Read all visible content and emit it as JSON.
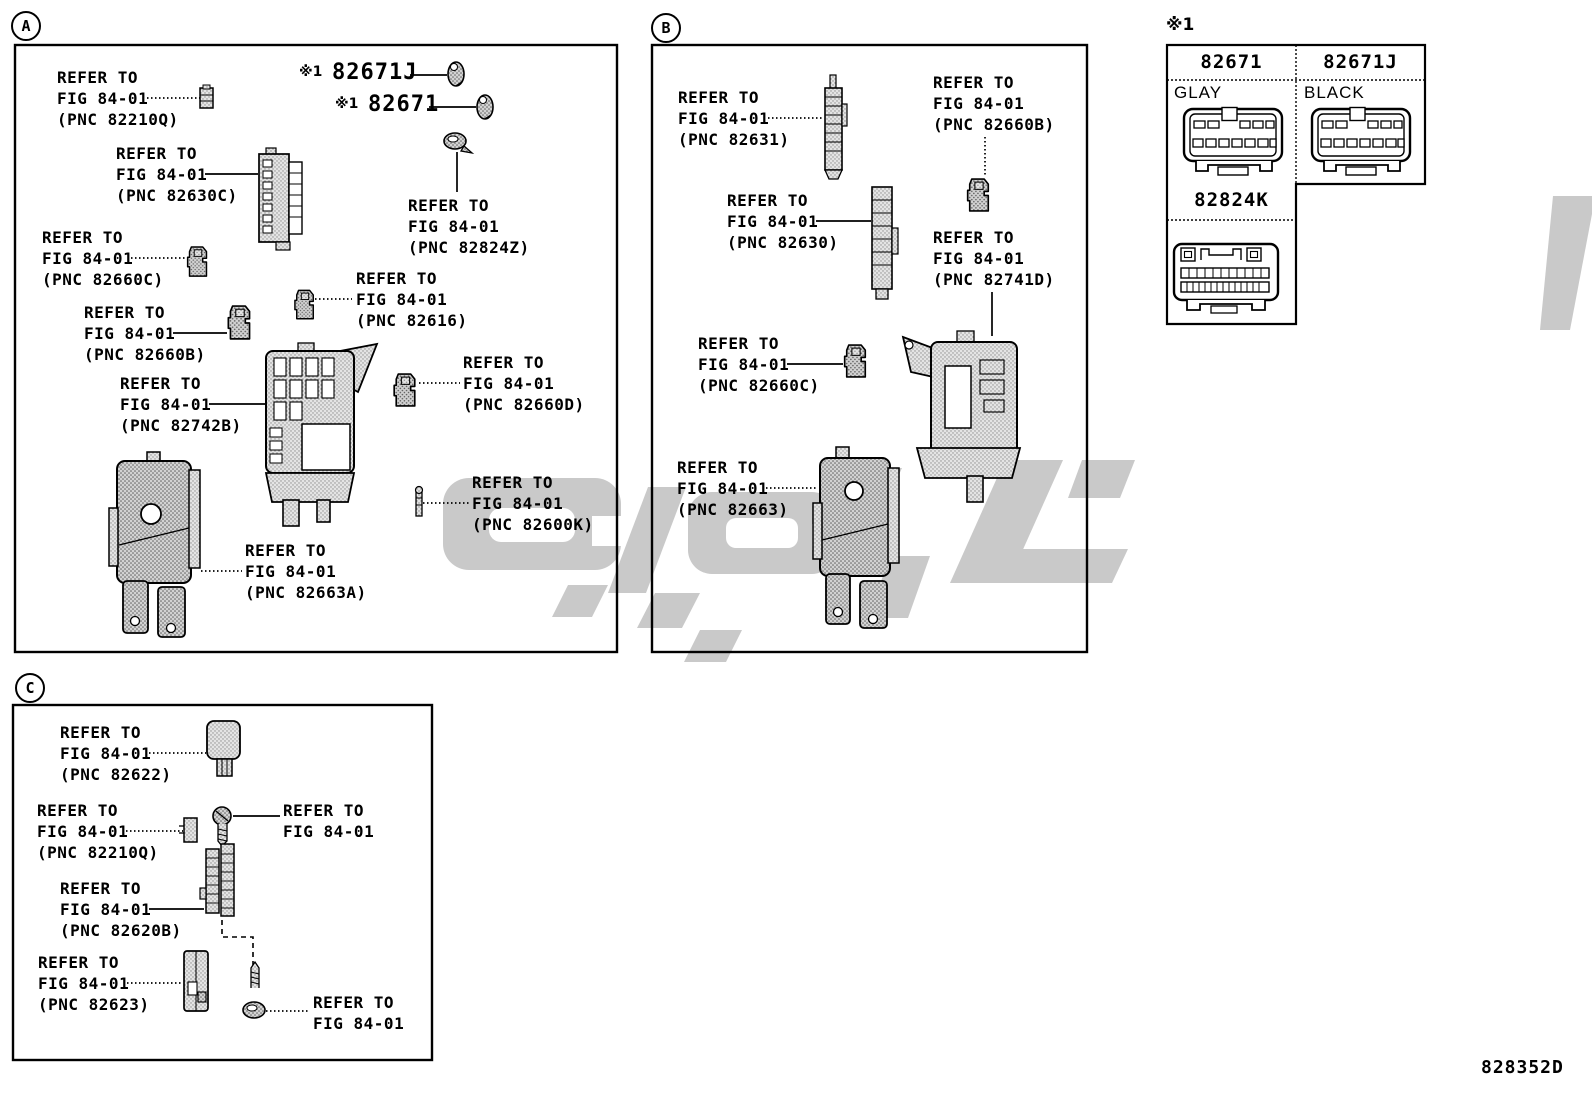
{
  "note_marker": "※1",
  "diagram_code": "828352D",
  "panel_a": {
    "letter": "A",
    "part_callouts": [
      {
        "marker": "※1",
        "part_no": "82671J"
      },
      {
        "marker": "※1",
        "part_no": "82671"
      }
    ],
    "refer_labels": [
      {
        "lines": [
          "REFER TO",
          "FIG 84-01",
          "(PNC 82210Q)"
        ]
      },
      {
        "lines": [
          "REFER TO",
          "FIG 84-01",
          "(PNC 82630C)"
        ]
      },
      {
        "lines": [
          "REFER TO",
          "FIG 84-01",
          "(PNC 82824Z)"
        ]
      },
      {
        "lines": [
          "REFER TO",
          "FIG 84-01",
          "(PNC 82660C)"
        ]
      },
      {
        "lines": [
          "REFER TO",
          "FIG 84-01",
          "(PNC 82616)"
        ]
      },
      {
        "lines": [
          "REFER TO",
          "FIG 84-01",
          "(PNC 82660B)"
        ]
      },
      {
        "lines": [
          "REFER TO",
          "FIG 84-01",
          "(PNC 82742B)"
        ]
      },
      {
        "lines": [
          "REFER TO",
          "FIG 84-01",
          "(PNC 82660D)"
        ]
      },
      {
        "lines": [
          "REFER TO",
          "FIG 84-01",
          "(PNC 82600K)"
        ]
      },
      {
        "lines": [
          "REFER TO",
          "FIG 84-01",
          "(PNC 82663A)"
        ]
      }
    ]
  },
  "panel_b": {
    "letter": "B",
    "refer_labels": [
      {
        "lines": [
          "REFER TO",
          "FIG 84-01",
          "(PNC 82631)"
        ]
      },
      {
        "lines": [
          "REFER TO",
          "FIG 84-01",
          "(PNC 82660B)"
        ]
      },
      {
        "lines": [
          "REFER TO",
          "FIG 84-01",
          "(PNC 82630)"
        ]
      },
      {
        "lines": [
          "REFER TO",
          "FIG 84-01",
          "(PNC 82741D)"
        ]
      },
      {
        "lines": [
          "REFER TO",
          "FIG 84-01",
          "(PNC 82660C)"
        ]
      },
      {
        "lines": [
          "REFER TO",
          "FIG 84-01",
          "(PNC 82663)"
        ]
      }
    ]
  },
  "panel_c": {
    "letter": "C",
    "refer_labels": [
      {
        "lines": [
          "REFER TO",
          "FIG 84-01",
          "(PNC 82622)"
        ]
      },
      {
        "lines": [
          "REFER TO",
          "FIG 84-01",
          "(PNC 82210Q)"
        ]
      },
      {
        "lines": [
          "REFER TO",
          "FIG 84-01"
        ]
      },
      {
        "lines": [
          "REFER TO",
          "FIG 84-01",
          "(PNC 82620B)"
        ]
      },
      {
        "lines": [
          "REFER TO",
          "FIG 84-01",
          "(PNC 82623)"
        ]
      },
      {
        "lines": [
          "REFER TO",
          "FIG 84-01"
        ]
      }
    ]
  },
  "connector_table": {
    "note_marker": "※1",
    "columns": [
      {
        "part_no": "82671",
        "color": "GLAY"
      },
      {
        "part_no": "82671J",
        "color": "BLACK"
      }
    ],
    "second_row": {
      "part_no": "82824K"
    }
  }
}
